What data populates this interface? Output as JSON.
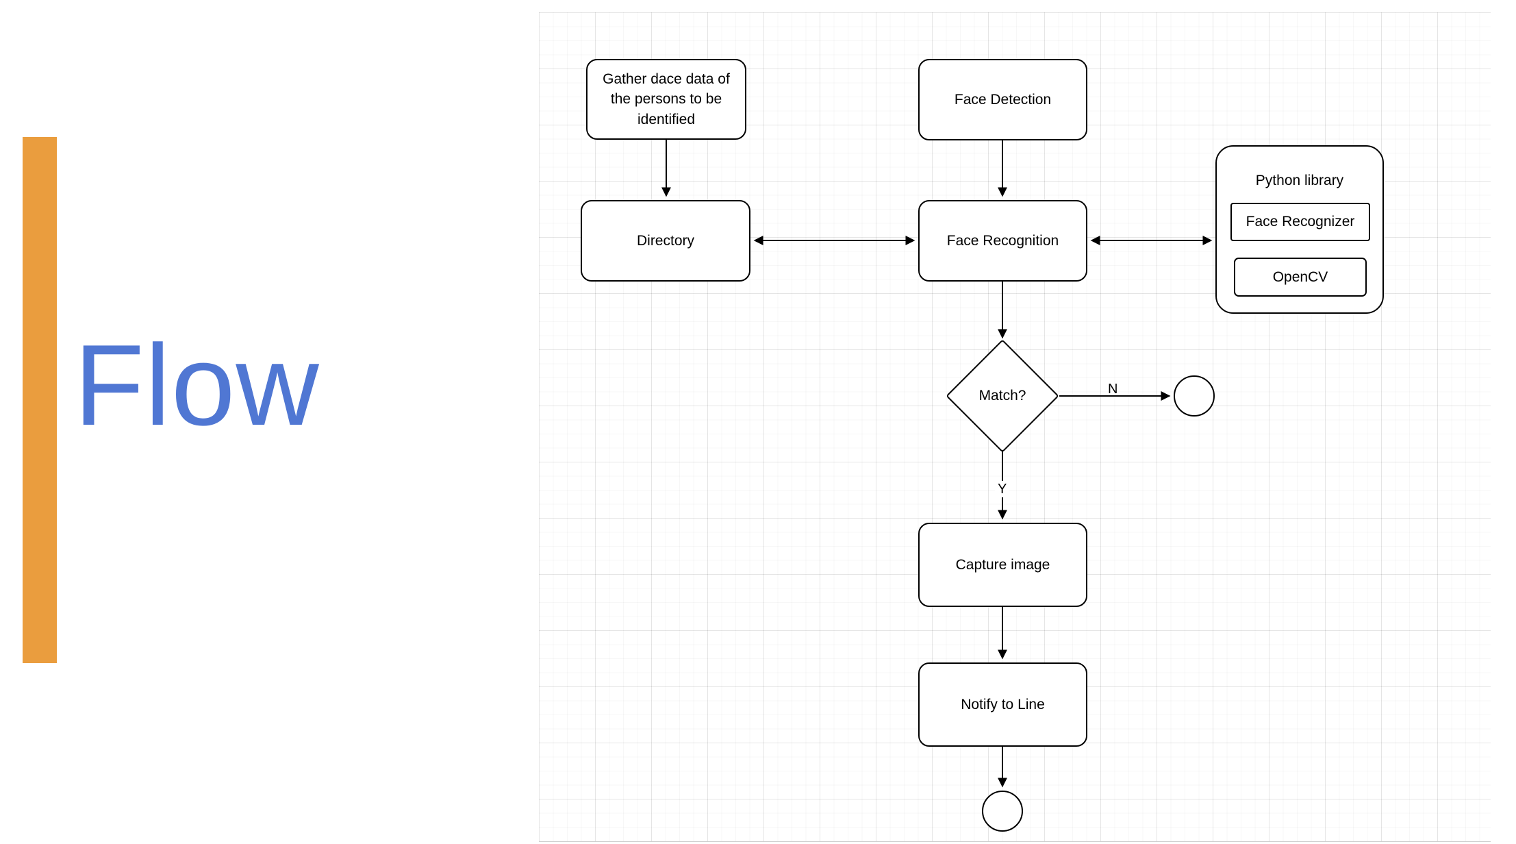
{
  "slide": {
    "title": "Flow",
    "accent_color": "#EA9D3E",
    "title_color": "#5077D3"
  },
  "diagram": {
    "nodes": {
      "gather": {
        "label": "Gather dace data of the persons to be identified"
      },
      "face_detection": {
        "label": "Face Detection"
      },
      "directory": {
        "label": "Directory"
      },
      "face_recognition": {
        "label": "Face Recognition"
      },
      "python_library": {
        "label": "Python library",
        "items": [
          {
            "label": "Face Recognizer"
          },
          {
            "label": "OpenCV"
          }
        ]
      },
      "match": {
        "label": "Match?"
      },
      "capture_image": {
        "label": "Capture image"
      },
      "notify_to_line": {
        "label": "Notify to Line"
      }
    },
    "edge_labels": {
      "no": "N",
      "yes": "Y"
    }
  }
}
